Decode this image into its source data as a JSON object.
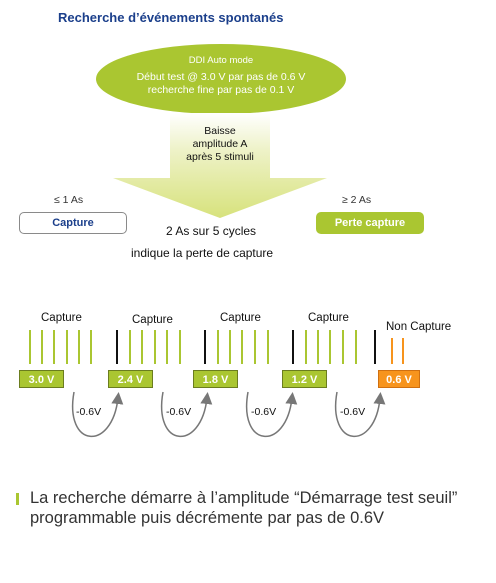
{
  "title": "Recherche d’événements spontanés",
  "mode": {
    "name": "DDI Auto mode",
    "line1": "Début test @ 3.0 V par pas de 0.6 V",
    "line2": "recherche fine par pas de 0.1 V"
  },
  "arrow": {
    "line1": "Baisse",
    "line2": "amplitude A",
    "line3": "après 5 stimuli"
  },
  "left": {
    "threshold": "≤ 1 As",
    "box": "Capture"
  },
  "right": {
    "threshold": "≥ 2 As",
    "box": "Perte capture"
  },
  "rule": {
    "line1": "2 As sur 5 cycles",
    "line2": "indique la perte de  capture"
  },
  "sequence": [
    {
      "label": "Capture",
      "voltage": "3.0 V"
    },
    {
      "label": "Capture",
      "voltage": "2.4 V"
    },
    {
      "label": "Capture",
      "voltage": "1.8 V"
    },
    {
      "label": "Capture",
      "voltage": "1.2 V"
    },
    {
      "label": "Non Capture",
      "voltage": "0.6 V"
    }
  ],
  "step": "-0.6V",
  "colors": {
    "green": "#aac631",
    "orange": "#f7941d",
    "navy": "#1b3f8b"
  },
  "bottom_text": "La recherche démarre à l’amplitude “Démarrage test seuil” programmable puis décrémente par pas de 0.6V"
}
